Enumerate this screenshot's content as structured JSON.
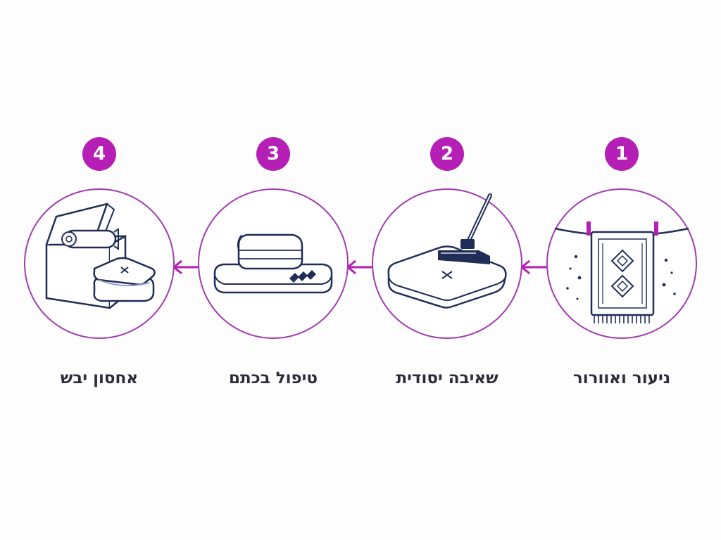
{
  "colors": {
    "accent": "#b51fb5",
    "ring": "#a23bb0",
    "ink": "#1f2d57",
    "text": "#2d2d3a"
  },
  "steps": [
    {
      "number": "1",
      "label": "ניעור ואוורור",
      "icon": "hanging-rug-icon"
    },
    {
      "number": "2",
      "label": "שאיבה יסודית",
      "icon": "vacuum-cushion-icon"
    },
    {
      "number": "3",
      "label": "טיפול בכתם",
      "icon": "stain-treatment-icon"
    },
    {
      "number": "4",
      "label": "אחסון יבש",
      "icon": "storage-box-icon"
    }
  ],
  "arrows": [
    "arrow-left-icon",
    "arrow-left-icon",
    "arrow-left-icon"
  ]
}
